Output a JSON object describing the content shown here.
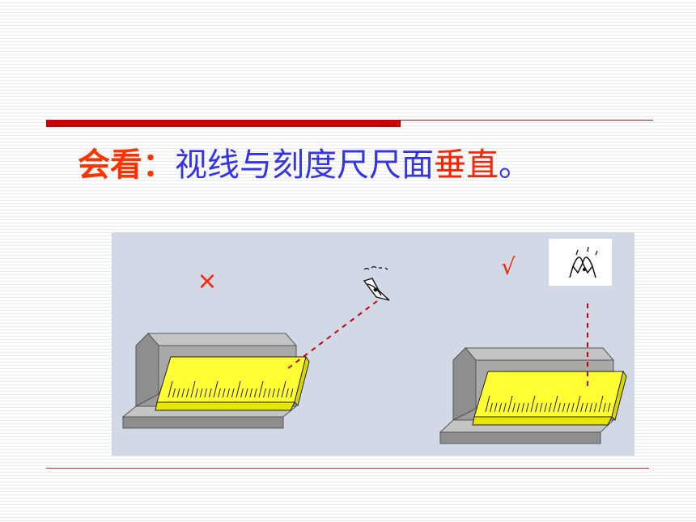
{
  "slide": {
    "heading": {
      "lead": "会看：",
      "text_before": "视线与刻度尺尺面",
      "highlight": "垂直",
      "text_after": "。"
    }
  },
  "figure": {
    "wrong_mark": "×",
    "right_mark": "√",
    "colors": {
      "mark": "#ff2200",
      "ruler": "#ffff33",
      "block": "#a8a8a8",
      "panel": "#d4dbe8"
    }
  }
}
